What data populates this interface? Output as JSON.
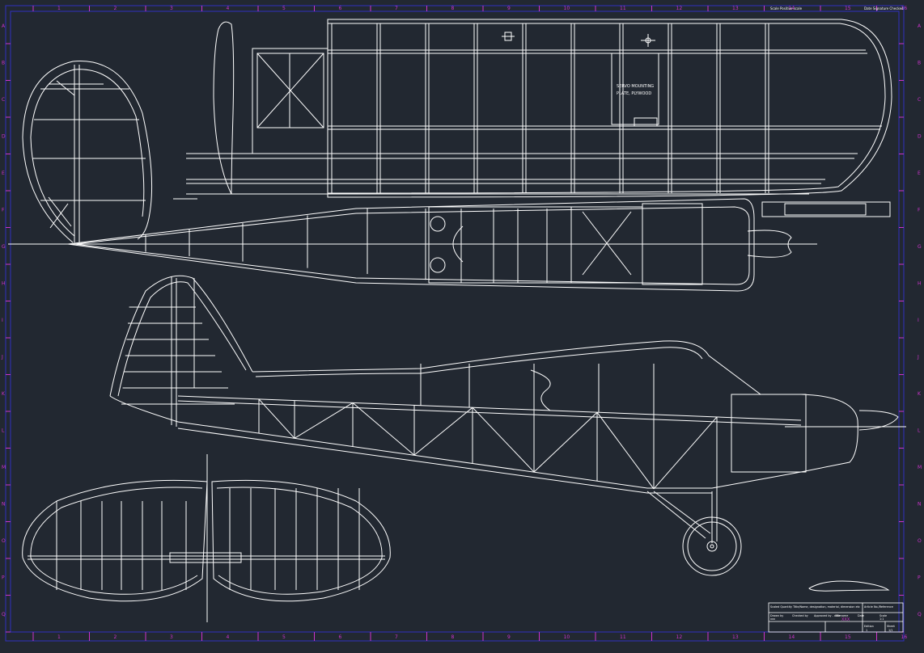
{
  "drawing": {
    "background": "#222831",
    "line_color": "#ffffff",
    "frame_color": "#3333cc",
    "marker_color": "#cc33cc",
    "top_numbers": [
      "1",
      "2",
      "3",
      "4",
      "5",
      "6",
      "7",
      "8",
      "9",
      "10",
      "11",
      "12",
      "13",
      "14",
      "15",
      "16"
    ],
    "side_letters": [
      "A",
      "B",
      "C",
      "D",
      "E",
      "F",
      "G",
      "H",
      "I",
      "J",
      "K",
      "L",
      "M",
      "N",
      "O",
      "P",
      "Q"
    ],
    "wing_note_line1": "SERVO MOUNTING",
    "wing_note_line2": "PLATE, PLYWOOD",
    "top_block_left": "Scale  Positive scale",
    "top_block_right": "Date    Signature  Checked",
    "title_block": {
      "row1": "Scaled  Quantity   Title/Name, designation, material, dimension etc",
      "row1b": "Article No./Reference",
      "row2": [
        "Drawn by",
        "Checked by",
        "Approved by - date",
        "Filename",
        "Date",
        "Scale"
      ],
      "row3": [
        "xxx",
        "",
        "",
        "",
        "",
        "1:1"
      ],
      "edition_label": "Edition",
      "sheet_label": "Sheet",
      "edition": "1",
      "sheet": "1/1",
      "marker": "XXX"
    }
  }
}
